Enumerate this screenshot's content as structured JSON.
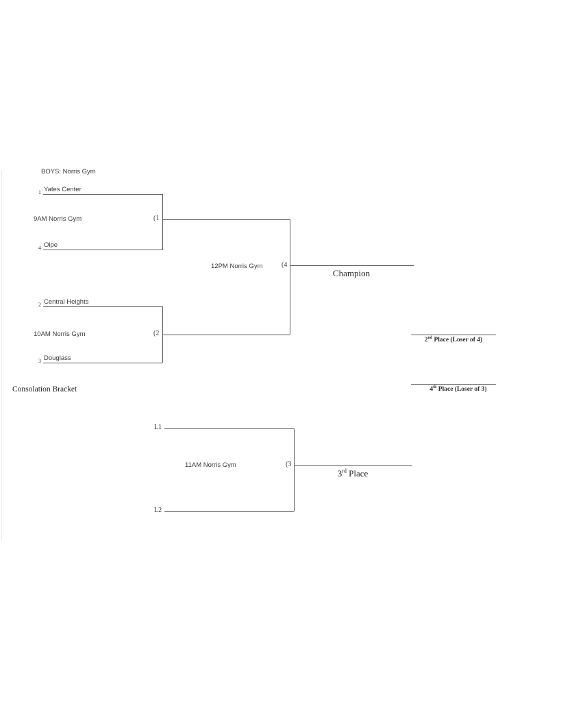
{
  "document": {
    "type": "single-elimination-tournament-bracket",
    "header": "BOYS: Norris Gym",
    "consolation_heading": "Consolation Bracket"
  },
  "championship_bracket": {
    "games": [
      {
        "id": "game-1",
        "number_label": "(1",
        "time_venue": "9AM Norris Gym",
        "teams": [
          {
            "seed": "1",
            "name": "Yates Center"
          },
          {
            "seed": "4",
            "name": "Olpe"
          }
        ]
      },
      {
        "id": "game-2",
        "number_label": "(2",
        "time_venue": "10AM Norris Gym",
        "teams": [
          {
            "seed": "2",
            "name": "Central Heights"
          },
          {
            "seed": "3",
            "name": "Douglass"
          }
        ]
      },
      {
        "id": "game-4",
        "number_label": "(4",
        "time_venue": "12PM Norris Gym",
        "teams": [
          {
            "seed": "",
            "name": ""
          },
          {
            "seed": "",
            "name": ""
          }
        ]
      }
    ],
    "champion_label": "Champion",
    "champion_winner": ""
  },
  "consolation_bracket": {
    "games": [
      {
        "id": "game-3",
        "number_label": "(3",
        "time_venue": "11AM Norris Gym",
        "teams": [
          {
            "seed": "",
            "name": "L1"
          },
          {
            "seed": "",
            "name": "L2"
          }
        ]
      }
    ],
    "third_place_label_prefix": "3",
    "third_place_ordinal": "rd",
    "third_place_label_suffix": " Place",
    "third_place_winner": ""
  },
  "placement_lines": [
    {
      "id": "second-place",
      "prefix": "2",
      "ordinal": "nd",
      "suffix": " Place (Loser of 4)",
      "value": ""
    },
    {
      "id": "fourth-place",
      "prefix": "4",
      "ordinal": "th",
      "suffix": " Place (Loser of 3)",
      "value": ""
    }
  ],
  "colors": {
    "line": "#5a5a5a",
    "text": "#2b2b2b",
    "background": "#ffffff"
  }
}
